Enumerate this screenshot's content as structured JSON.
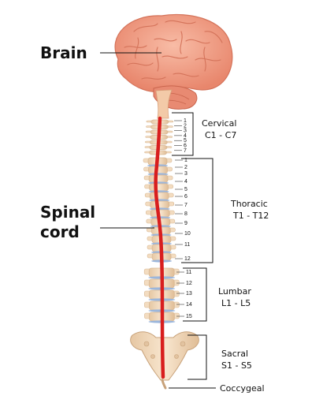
{
  "labels": {
    "brain": "Brain",
    "spinal_cord_line1": "Spinal",
    "spinal_cord_line2": "cord",
    "cervical_name": "Cervical",
    "cervical_range": "C1 - C7",
    "thoracic_name": "Thoracic",
    "thoracic_range": "T1 - T12",
    "lumbar_name": "Lumbar",
    "lumbar_range": "L1 - L5",
    "sacral_name": "Sacral",
    "sacral_range": "S1 - S5",
    "coccygeal_name": "Coccygeal"
  },
  "vertebra_numbers": {
    "cervical": [
      "1",
      "2",
      "3",
      "4",
      "5",
      "6",
      "7"
    ],
    "thoracic": [
      "1",
      "2",
      "3",
      "4",
      "5",
      "6",
      "7",
      "8",
      "9",
      "10",
      "11",
      "12"
    ],
    "lumbar": [
      "11",
      "12",
      "13",
      "14",
      "15"
    ]
  },
  "colors": {
    "brain": "#f4a48a",
    "brain_dark": "#e0806a",
    "bone": "#f3dcc0",
    "bone_dark": "#d8b894",
    "disc": "#9bb6dc",
    "spinal_cord": "#d81e1e",
    "line": "#111111"
  }
}
